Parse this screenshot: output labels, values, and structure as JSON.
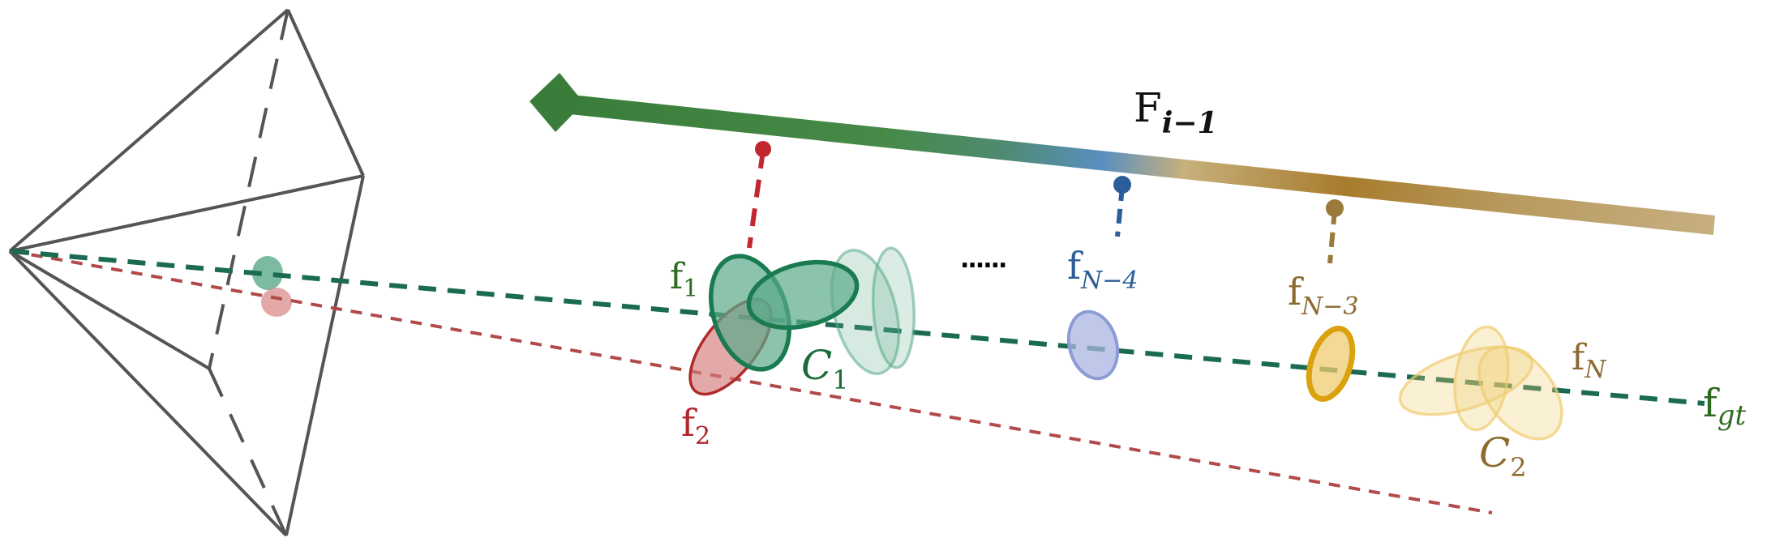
{
  "labels": {
    "F_main": "F",
    "F_sub": "i−1",
    "dots": "......",
    "f1_main": "f",
    "f1_sub": "1",
    "f2_main": "f",
    "f2_sub": "2",
    "C1_main": "C",
    "C1_sub": "1",
    "fN4_main": "f",
    "fN4_sub": "N−4",
    "fN3_main": "f",
    "fN3_sub": "N−3",
    "fN_main": "f",
    "fN_sub": "N",
    "C2_main": "C",
    "C2_sub": "2",
    "fgt_main": "f",
    "fgt_sub": "gt"
  },
  "colors": {
    "frustum": "#555555",
    "gt_ray": "#1b6b52",
    "red_ray": "#b34a4a",
    "green_dark": "#1a7a50",
    "green_fill": "#5aaa8a",
    "red": "#c0282e",
    "red_fill": "#d47a7a",
    "blue": "#2a5d99",
    "blue_fill": "#aab6e0",
    "gold": "#d9a20e",
    "gold_light": "#f0cc70",
    "brown": "#9a7a3a",
    "label_green": "#2e6b1f",
    "label_red": "#b3262b",
    "label_blue": "#2a5d99",
    "label_brown": "#8c6a2e"
  }
}
